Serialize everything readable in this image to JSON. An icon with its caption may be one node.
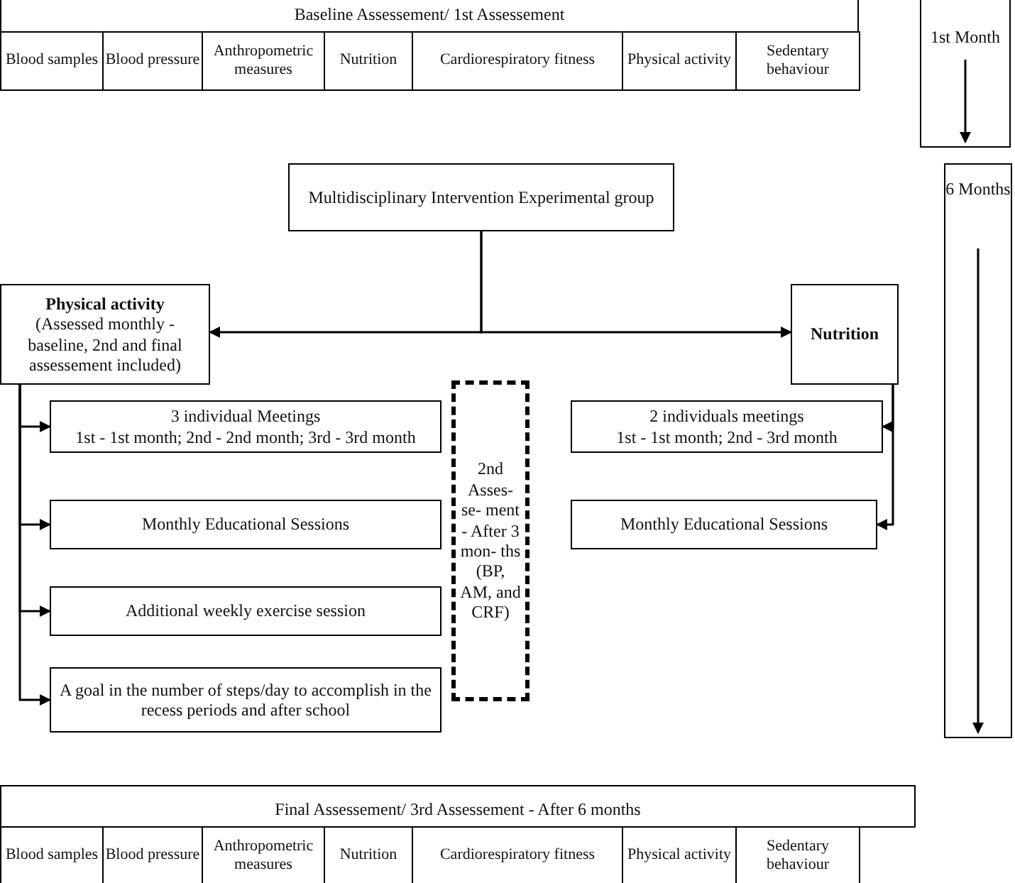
{
  "diagram": {
    "nodes": [
      {
        "text": [
          "Baseline Assessement/ 1st Assessement"
        ]
      },
      {
        "text": [
          "Blood samples"
        ]
      },
      {
        "text": [
          "Blood pressure"
        ]
      },
      {
        "text": [
          "Anthropometric measures"
        ]
      },
      {
        "text": [
          "Nutrition"
        ]
      },
      {
        "text": [
          "Cardiorespiratory fitness"
        ]
      },
      {
        "text": [
          "Physical activity"
        ]
      },
      {
        "text": [
          "Sedentary behaviour"
        ]
      },
      {
        "text": [
          "1st Month"
        ]
      },
      {
        "text": [
          "Multidisciplinary Intervention Experimental group"
        ]
      },
      {
        "text": [
          "Physical activity",
          "(Assessed monthly - baseline, 2nd and final assessement included)"
        ]
      },
      {
        "text": [
          "Nutrition"
        ]
      },
      {
        "text": [
          "3 individual Meetings",
          "1st - 1st month; 2nd - 2nd month; 3rd - 3rd month"
        ]
      },
      {
        "text": [
          "Monthly Educational Sessions"
        ]
      },
      {
        "text": [
          "Additional weekly exercise session"
        ]
      },
      {
        "text": [
          "A goal in the number of steps/day to accomplish in the recess periods and after school"
        ]
      },
      {
        "text": [
          "2nd Asses- se- ment - After 3 mon- ths (BP, AM, and CRF)"
        ]
      },
      {
        "text": [
          "2 individuals meetings",
          "1st - 1st month; 2nd - 3rd month"
        ]
      },
      {
        "text": [
          "Monthly Educational Sessions"
        ]
      },
      {
        "text": [
          "6 Months"
        ]
      },
      {
        "text": [
          "Final Assessement/ 3rd Assessement - After 6 months"
        ]
      },
      {
        "text": [
          "Blood samples"
        ]
      },
      {
        "text": [
          "Blood pressure"
        ]
      },
      {
        "text": [
          "Anthropometric measures"
        ]
      },
      {
        "text": [
          "Nutrition"
        ]
      },
      {
        "text": [
          "Cardiorespiratory fitness"
        ]
      },
      {
        "text": [
          "Physical activity"
        ]
      },
      {
        "text": [
          "Sedentary behaviour"
        ]
      }
    ],
    "edges": [
      {
        "from": 9,
        "to": 10,
        "arrow": "to"
      },
      {
        "from": 9,
        "to": 11,
        "arrow": "to"
      },
      {
        "from": 10,
        "to": 12,
        "arrow": "to"
      },
      {
        "from": 10,
        "to": 13,
        "arrow": "to"
      },
      {
        "from": 10,
        "to": 14,
        "arrow": "to"
      },
      {
        "from": 10,
        "to": 15,
        "arrow": "to"
      },
      {
        "from": 11,
        "to": 17,
        "arrow": "to"
      },
      {
        "from": 11,
        "to": 18,
        "arrow": "to"
      }
    ]
  }
}
